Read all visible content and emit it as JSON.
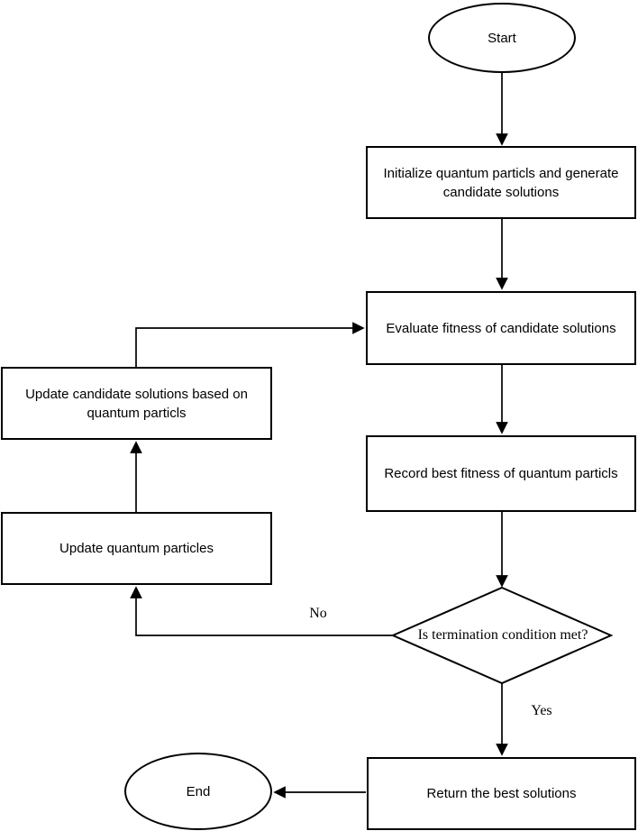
{
  "nodes": {
    "start": {
      "type": "terminator",
      "label": "Start"
    },
    "initialize": {
      "type": "process",
      "label": "Initialize quantum particls and generate candidate solutions"
    },
    "evaluate": {
      "type": "process",
      "label": "Evaluate fitness of candidate solutions"
    },
    "record": {
      "type": "process",
      "label": "Record best fitness of quantum particls"
    },
    "decision": {
      "type": "decision",
      "label": "Is termination condition met?"
    },
    "update_candidates": {
      "type": "process",
      "label": "Update candidate solutions based on quantum particls"
    },
    "update_particles": {
      "type": "process",
      "label": "Update quantum particles"
    },
    "return_best": {
      "type": "process",
      "label": "Return the best solutions"
    },
    "end": {
      "type": "terminator",
      "label": "End"
    }
  },
  "edge_labels": {
    "no": "No",
    "yes": "Yes"
  },
  "edges": [
    {
      "from": "start",
      "to": "initialize",
      "label": ""
    },
    {
      "from": "initialize",
      "to": "evaluate",
      "label": ""
    },
    {
      "from": "evaluate",
      "to": "record",
      "label": ""
    },
    {
      "from": "record",
      "to": "decision",
      "label": ""
    },
    {
      "from": "decision",
      "to": "update_particles",
      "label": "No"
    },
    {
      "from": "update_particles",
      "to": "update_candidates",
      "label": ""
    },
    {
      "from": "update_candidates",
      "to": "evaluate",
      "label": ""
    },
    {
      "from": "decision",
      "to": "return_best",
      "label": "Yes"
    },
    {
      "from": "return_best",
      "to": "end",
      "label": ""
    }
  ],
  "colors": {
    "stroke": "#000000",
    "fill": "#ffffff",
    "background": "#ffffff",
    "text": "#000000"
  }
}
